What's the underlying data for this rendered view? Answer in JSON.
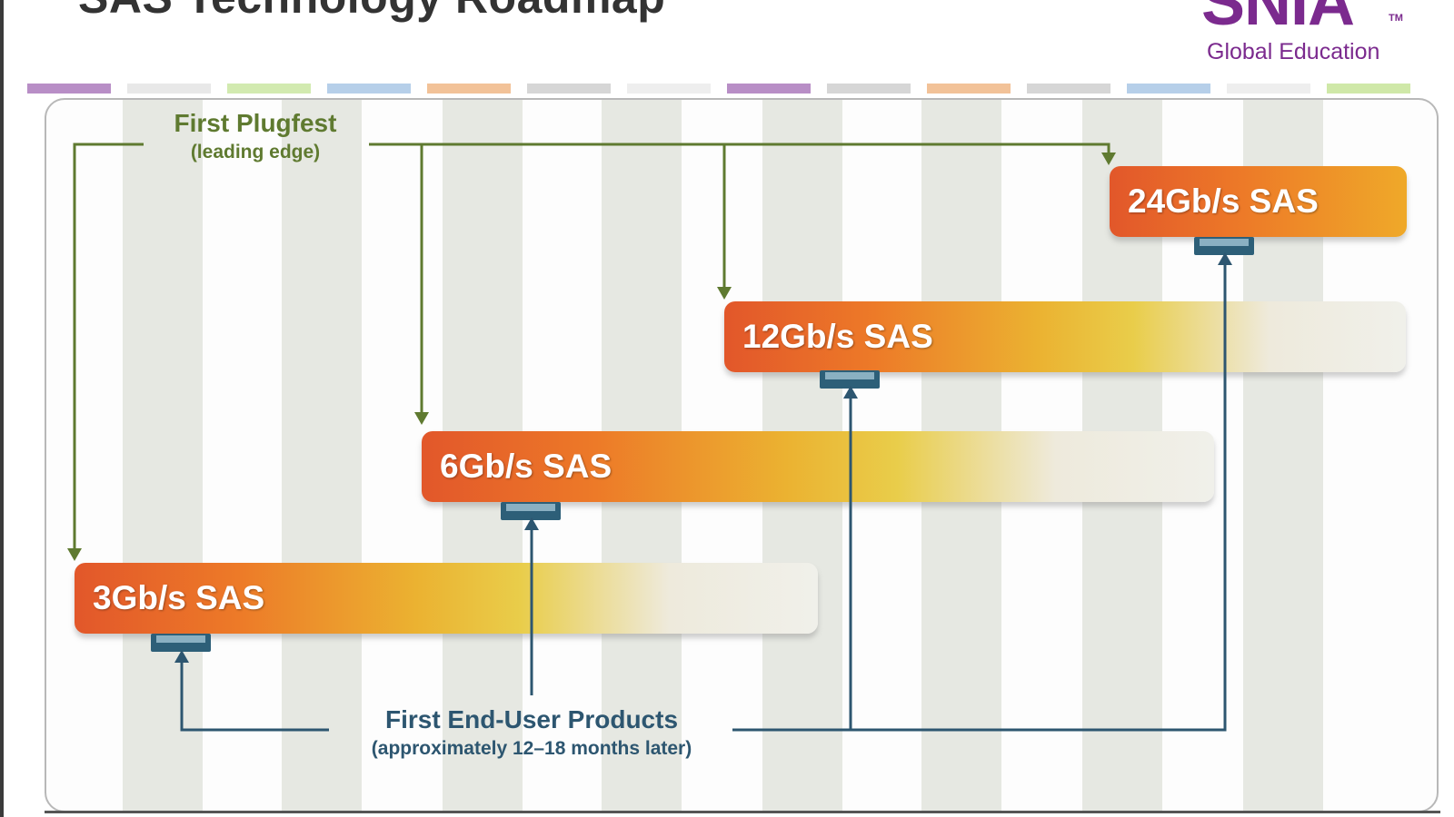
{
  "title": "SAS Technology Roadmap",
  "logo": {
    "mark": "SNIA",
    "trademark": "TM",
    "subtitle": "Global Education"
  },
  "swatch_colors": [
    "#b88ec6",
    "#e8e8e8",
    "#d2eab0",
    "#b6cfe9",
    "#f2c298",
    "#d6d6d6",
    "#eeeeee",
    "#b88ec6",
    "#d6d6d6",
    "#f2c298",
    "#d6d6d6",
    "#b6cfe9",
    "#eeeeee",
    "#cfe8a8"
  ],
  "colors": {
    "plugfest": "#5f7a30",
    "end_user": "#2d5670",
    "bar_orange": "#e2572a",
    "bar_yellow": "#e9cd4a",
    "logo": "#7b2a8e"
  },
  "generations": [
    {
      "label": "3Gb/s SAS"
    },
    {
      "label": "6Gb/s SAS"
    },
    {
      "label": "12Gb/s SAS"
    },
    {
      "label": "24Gb/s SAS"
    }
  ],
  "plugfest": {
    "title": "First Plugfest",
    "subtitle": "(leading edge)"
  },
  "end_user": {
    "title": "First End-User Products",
    "subtitle": "(approximately 12–18 months later)"
  }
}
